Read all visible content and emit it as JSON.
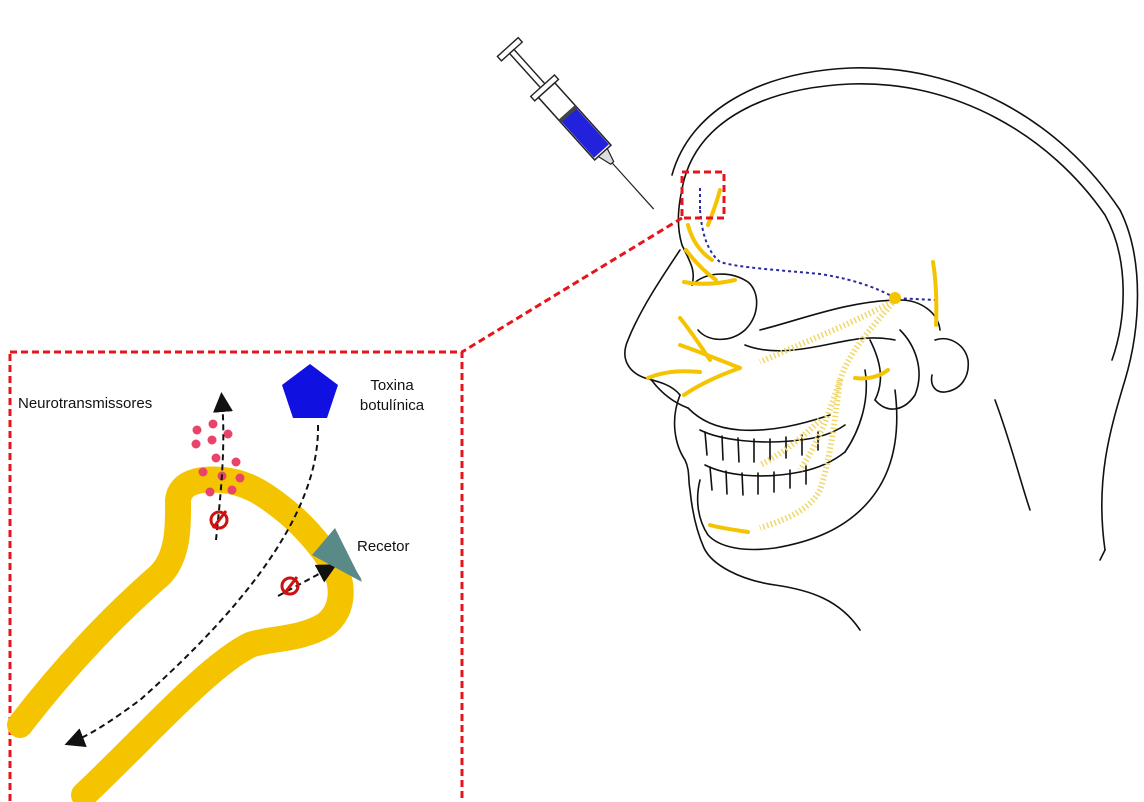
{
  "labels": {
    "neurotransmitters": "Neurotransmissores",
    "toxin_line1": "Toxina",
    "toxin_line2": "botulínica",
    "receptor": "Recetor"
  },
  "colors": {
    "nerve": "#f5c400",
    "inset_border": "#e8141c",
    "toxin": "#1010e0",
    "receptor": "#5a8a88",
    "neurotransmitter_dot": "#e8446a",
    "block_symbol": "#cc1111",
    "syringe_fluid": "#2222dd",
    "nerve_path_dotted": "#2a2aa0"
  },
  "icons": [
    "syringe-icon",
    "skull-head-outline",
    "toxin-pentagon-icon",
    "receptor-triangle-icon",
    "block-symbol-icon"
  ]
}
